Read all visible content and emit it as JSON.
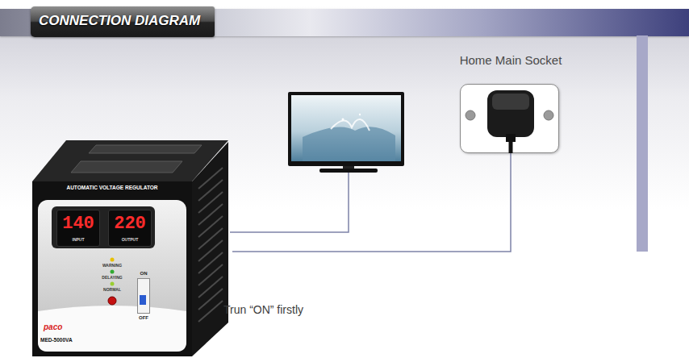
{
  "diagram": {
    "title": "CONNECTION DIAGRAM",
    "nodes": [
      {
        "text": [
          "AUTOMATIC VOLTAGE REGULATOR",
          "WARNING",
          "DELAYING",
          "NORMAL",
          "paco",
          "MED-5000VA"
        ]
      },
      {
        "text": [
          "140",
          "INPUT"
        ],
        "in": 0
      },
      {
        "text": [
          "220",
          "OUTPUT"
        ],
        "in": 0
      },
      {
        "text": [
          "ON",
          "OFF"
        ],
        "in": 0
      },
      {
        "text": [
          "Home Main Socket"
        ]
      }
    ],
    "edges": [
      {
        "from": 0,
        "to": 4,
        "arrow": "none"
      }
    ],
    "labels": [
      "Trun “ON” firstly"
    ]
  }
}
